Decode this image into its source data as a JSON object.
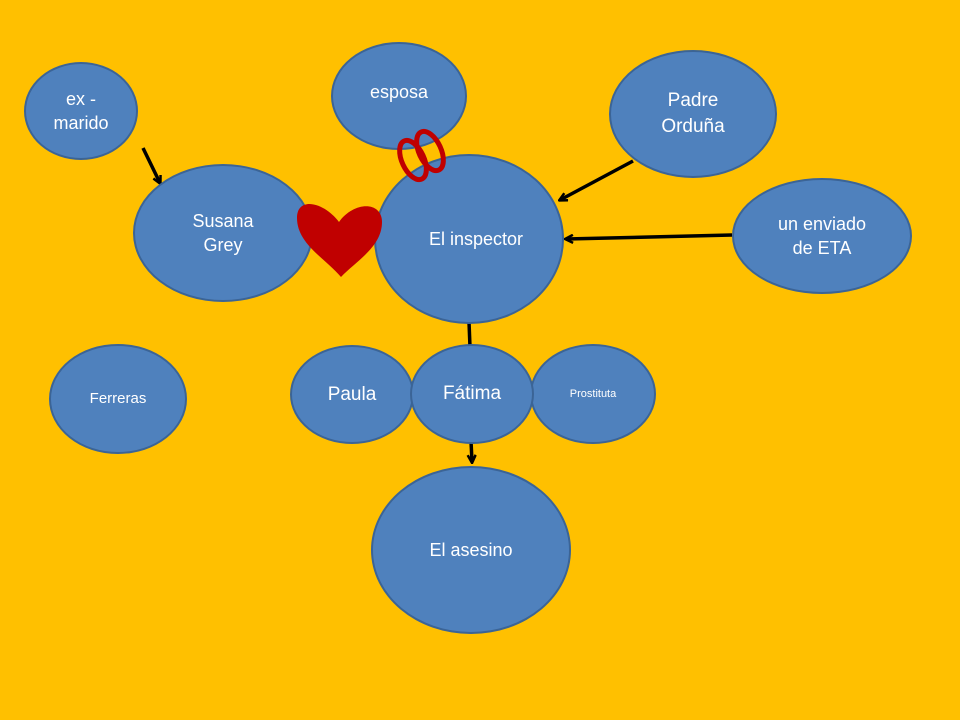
{
  "diagram": {
    "nodes": {
      "ex_marido": "ex -\nmarido",
      "esposa": "esposa",
      "padre_orduna": "Padre\nOrduña",
      "susana_grey": "Susana\nGrey",
      "el_inspector": "El inspector",
      "enviado_eta": "un enviado\nde ETA",
      "ferreras": "Ferreras",
      "paula": "Paula",
      "fatima": "Fátima",
      "prostituta": "Prostituta",
      "el_asesino": "El asesino"
    },
    "icons": {
      "heart": "heart-icon",
      "rings": "wedding-rings-icon"
    },
    "colors": {
      "background": "#FFC000",
      "node_fill": "#4F81BD",
      "node_text": "#FFFFFF",
      "symbol_red": "#C00000",
      "arrow": "#000000"
    }
  }
}
